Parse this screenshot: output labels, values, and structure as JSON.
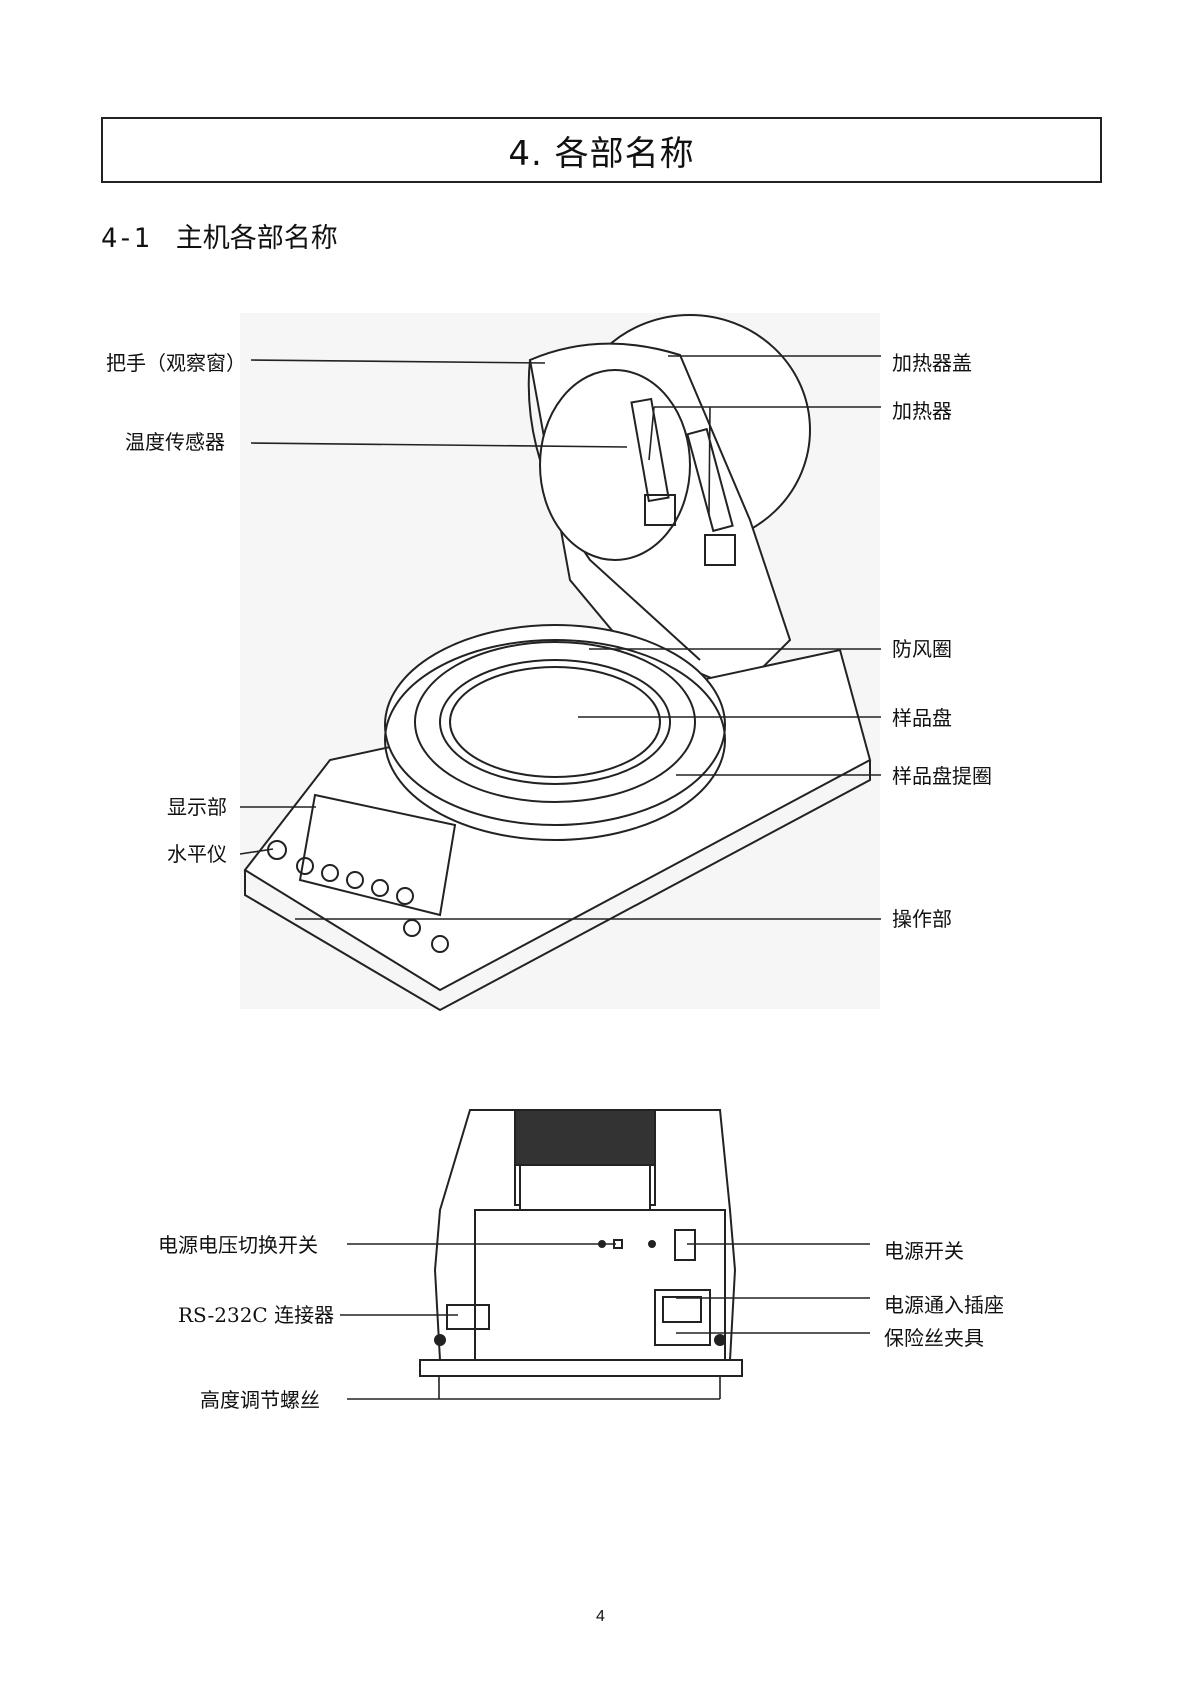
{
  "title": "4. 各部名称",
  "section": {
    "number": "4-1",
    "title": "主机各部名称"
  },
  "front_view": {
    "left_labels": [
      "把手（观察窗）",
      "温度传感器",
      "显示部",
      "水平仪"
    ],
    "right_labels": [
      "加热器盖",
      "加热器",
      "防风圈",
      "样品盘",
      "样品盘提圈",
      "操作部"
    ]
  },
  "rear_view": {
    "left_labels": [
      "电源电压切换开关",
      "RS-232C 连接器",
      "高度调节螺丝"
    ],
    "right_labels": [
      "电源开关",
      "电源通入插座",
      "保险丝夹具"
    ]
  },
  "page_number": "4"
}
